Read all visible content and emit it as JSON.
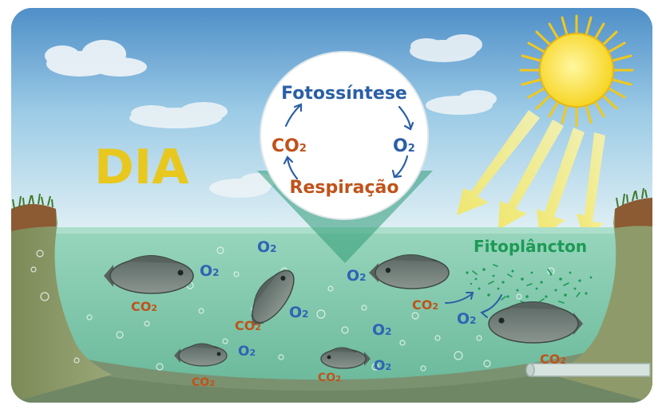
{
  "title": "DIA",
  "cycle": {
    "top": "Fotossíntese",
    "bottom": "Respiração",
    "left": "CO",
    "right": "O",
    "sub": "2"
  },
  "phytoplankton_label": "Fitoplâncton",
  "gases": {
    "o2": "O",
    "co2": "CO",
    "sub": "2"
  },
  "colors": {
    "title": "#e8c81e",
    "o2": "#2f64b4",
    "co2": "#c0521a",
    "cycle_top": "#2a5fa6",
    "cycle_bottom": "#c0521a",
    "phyto": "#1d9a55",
    "water": "#7fcbb0",
    "sky": "#bfe0f2"
  },
  "icons": [
    "sun-icon",
    "cloud-icon",
    "fish-icon",
    "pipe-icon",
    "bubble-icon",
    "arrow-icon"
  ]
}
